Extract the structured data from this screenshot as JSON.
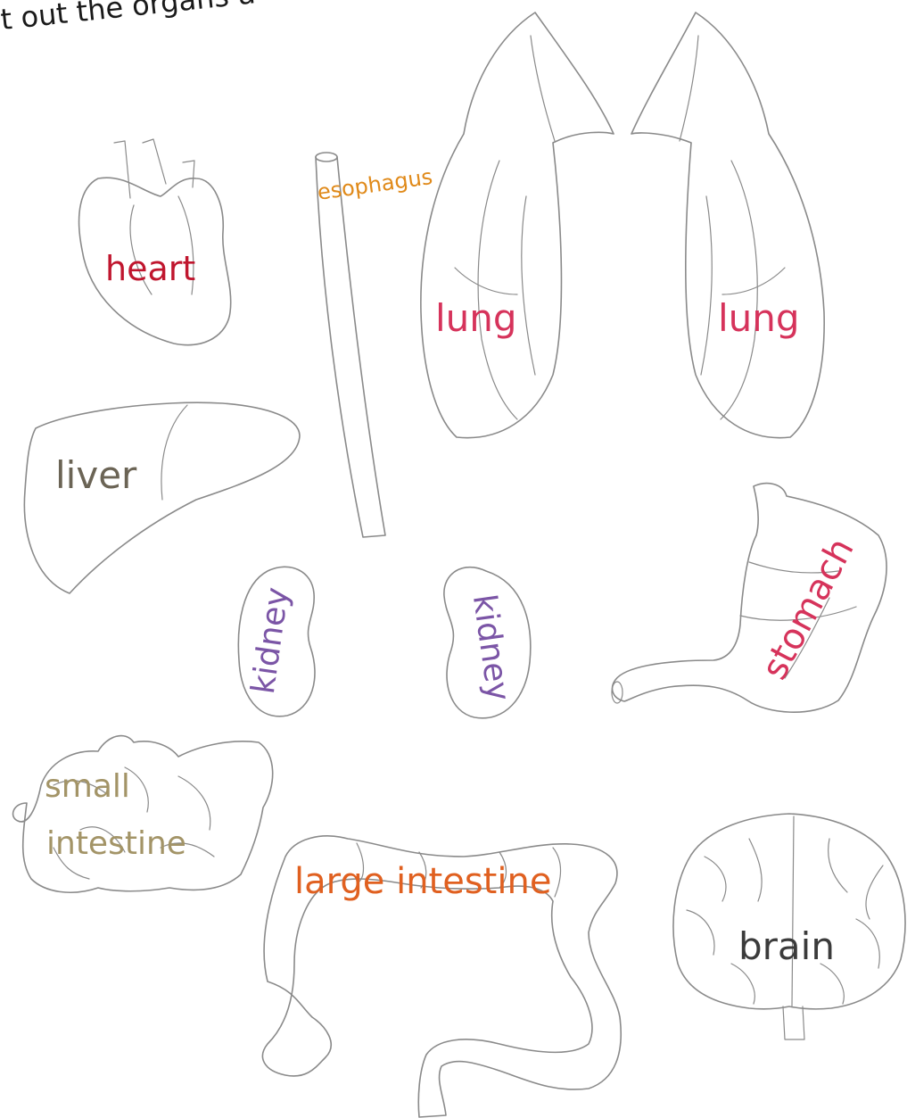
{
  "instruction": "ıt out the organs a",
  "labels": {
    "heart": "heart",
    "esophagus": "esophagus",
    "lung_left": "lung",
    "lung_right": "lung",
    "liver": "liver",
    "kidney_left": "kidney",
    "kidney_right": "kidney",
    "stomach": "stomach",
    "small_intestine_1": "small",
    "small_intestine_2": "intestine",
    "large_intestine": "large intestine",
    "brain": "brain"
  },
  "colors": {
    "heart": "#c0162e",
    "esophagus": "#e08a1a",
    "lung": "#d6335b",
    "liver": "#6b6455",
    "kidney": "#7b55a6",
    "stomach": "#d6335b",
    "small_intestine": "#a39467",
    "large_intestine": "#e06020",
    "brain": "#3b3b3b",
    "outline": "#8a8a8a"
  }
}
